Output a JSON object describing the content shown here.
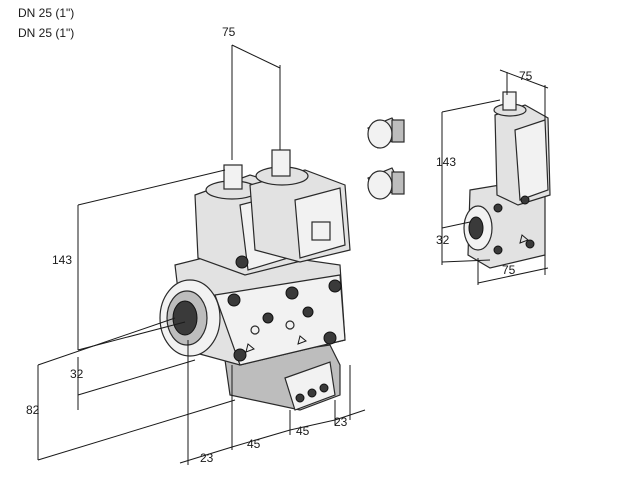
{
  "header": {
    "line1": "DN 25 (1\")",
    "line2": "DN 25 (1\")"
  },
  "dimensions": {
    "top_width": "75",
    "height_main": "143",
    "port_offset": "32",
    "base_height": "82",
    "left_offset": "23",
    "spacing_1": "45",
    "spacing_2": "45",
    "right_offset": "23",
    "small_width_top": "75",
    "small_height": "143",
    "small_port": "32",
    "small_width_bottom": "75"
  }
}
